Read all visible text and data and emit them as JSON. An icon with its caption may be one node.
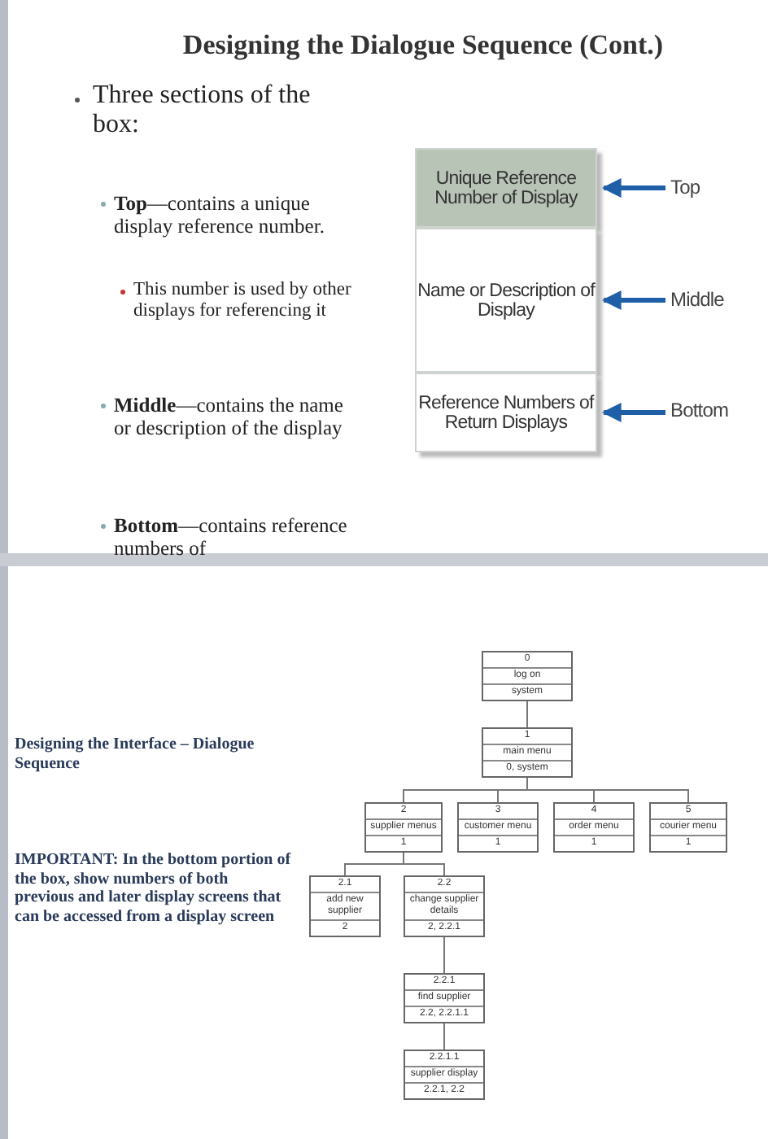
{
  "diagram": {
    "title": "Designing the Dialogue Sequence (Cont.)",
    "nodes": [
      {
        "text": [
          "Unique Reference Number of Display"
        ]
      },
      {
        "text": [
          "Name or Description of Display"
        ]
      },
      {
        "text": [
          "Reference Numbers of Return Displays"
        ]
      },
      {
        "text": [
          "Top"
        ]
      },
      {
        "text": [
          "Middle"
        ]
      },
      {
        "text": [
          "Bottom"
        ]
      },
      {
        "text": [
          "0",
          "log on",
          "system"
        ]
      },
      {
        "text": [
          "1",
          "main menu",
          "0, system"
        ]
      },
      {
        "text": [
          "2",
          "supplier menus",
          "1"
        ]
      },
      {
        "text": [
          "3",
          "customer menu",
          "1"
        ]
      },
      {
        "text": [
          "4",
          "order menu",
          "1"
        ]
      },
      {
        "text": [
          "5",
          "courier menu",
          "1"
        ]
      },
      {
        "text": [
          "2.1",
          "add new supplier",
          "2"
        ]
      },
      {
        "text": [
          "2.2",
          "change supplier details",
          "2, 2.2.1"
        ]
      },
      {
        "text": [
          "2.2.1",
          "find supplier",
          "2.2, 2.2.1.1"
        ]
      },
      {
        "text": [
          "2.2.1.1",
          "supplier display",
          "2.2.1, 2.2"
        ]
      }
    ],
    "edges": [
      {
        "from": 3,
        "to": 0,
        "arrow": "to",
        "style": "thick",
        "color": "#1f5fa8"
      },
      {
        "from": 4,
        "to": 1,
        "arrow": "to",
        "style": "thick",
        "color": "#1f5fa8"
      },
      {
        "from": 5,
        "to": 2,
        "arrow": "to",
        "style": "thick",
        "color": "#1f5fa8"
      },
      {
        "from": 6,
        "to": 7,
        "arrow": "none"
      },
      {
        "from": 7,
        "to": 8,
        "arrow": "none"
      },
      {
        "from": 7,
        "to": 9,
        "arrow": "none"
      },
      {
        "from": 7,
        "to": 10,
        "arrow": "none"
      },
      {
        "from": 7,
        "to": 11,
        "arrow": "none"
      },
      {
        "from": 8,
        "to": 12,
        "arrow": "none"
      },
      {
        "from": 8,
        "to": 13,
        "arrow": "none"
      },
      {
        "from": 13,
        "to": 14,
        "arrow": "none"
      },
      {
        "from": 14,
        "to": 15,
        "arrow": "none"
      }
    ],
    "labels": [
      "Three sections of the box:",
      "**Top**—contains a unique display reference number.",
      "This number is used by other displays for referencing it",
      "**Middle**—contains the name or description of the display",
      "**Bottom**—contains reference numbers of",
      "Designing the Interface – Dialogue Sequence",
      "IMPORTANT: In the bottom portion of the box, show numbers of both previous and later display screens that can be accessed from a display screen"
    ]
  }
}
